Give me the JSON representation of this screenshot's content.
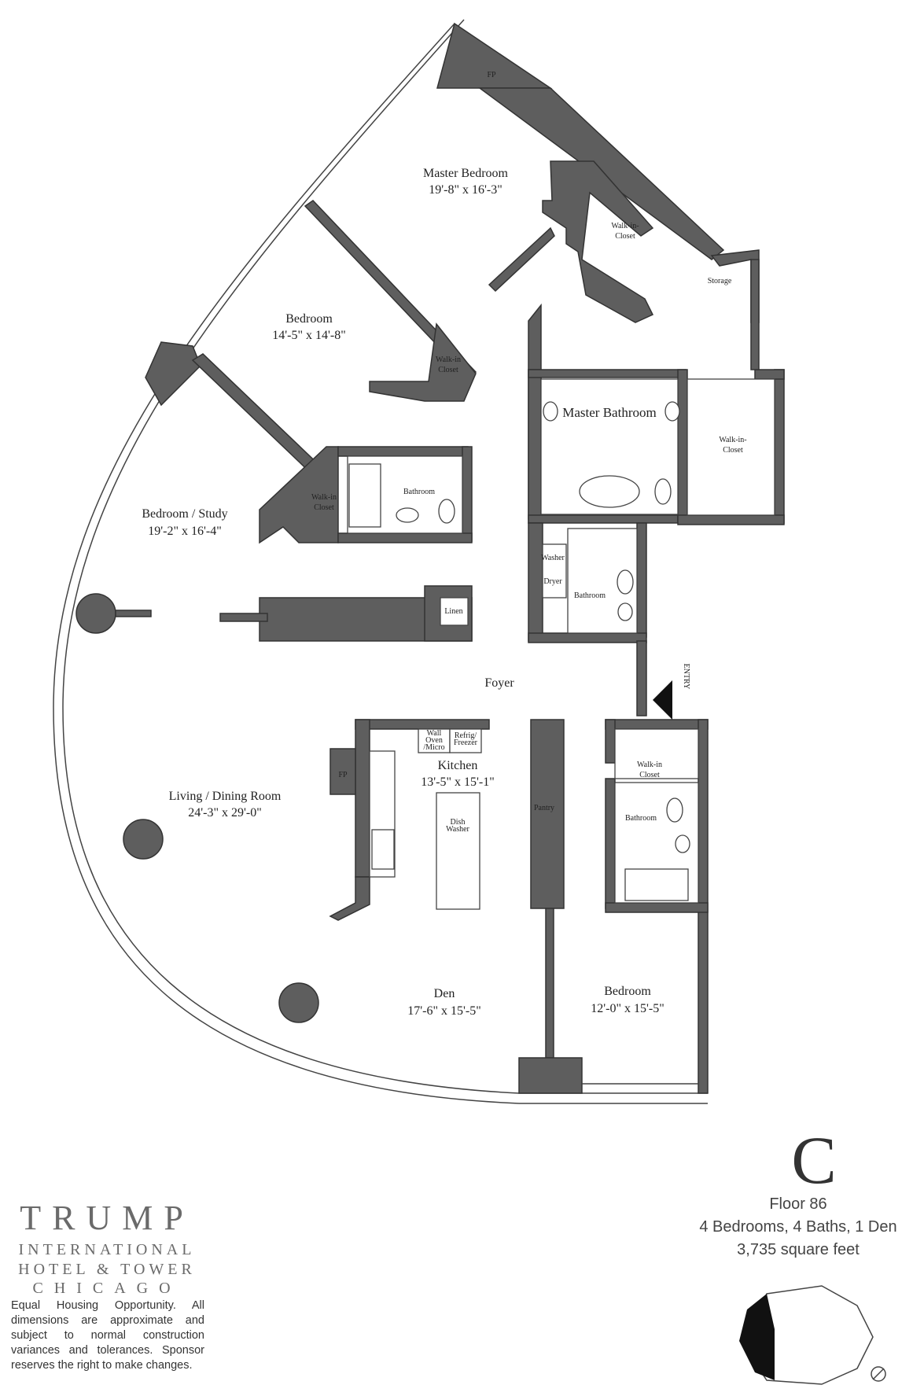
{
  "rooms": {
    "master_bedroom": {
      "name": "Master Bedroom",
      "dims": "19'-8\" x 16'-3\""
    },
    "bedroom_1": {
      "name": "Bedroom",
      "dims": "14'-5\" x 14'-8\""
    },
    "bedroom_study": {
      "name": "Bedroom / Study",
      "dims": "19'-2\" x 16'-4\""
    },
    "living_dining": {
      "name": "Living / Dining Room",
      "dims": "24'-3\" x 29'-0\""
    },
    "kitchen": {
      "name": "Kitchen",
      "dims": "13'-5\" x 15'-1\""
    },
    "den": {
      "name": "Den",
      "dims": "17'-6\" x 15'-5\""
    },
    "bedroom_2": {
      "name": "Bedroom",
      "dims": "12'-0\" x 15'-5\""
    },
    "master_bathroom": {
      "name": "Master Bathroom"
    },
    "foyer": {
      "name": "Foyer"
    }
  },
  "small_labels": {
    "fp_top": "FP",
    "fp_kitchen": "FP",
    "walk_in_closet_master": [
      "Walk-in-",
      "Closet"
    ],
    "storage": "Storage",
    "walk_in_closet_bedroom": [
      "Walk-in",
      "Closet"
    ],
    "walk_in_closet_master_bath": [
      "Walk-in-",
      "Closet"
    ],
    "walk_in_closet_study": [
      "Walk-in",
      "Closet"
    ],
    "bathroom_study": "Bathroom",
    "washer": "Washer",
    "dryer": "Dryer",
    "bathroom_hall": "Bathroom",
    "linen": "Linen",
    "wall_oven": [
      "Wall",
      "Oven",
      "/Micro"
    ],
    "refrig": [
      "Refrig/",
      "Freezer"
    ],
    "dish_washer": [
      "Dish",
      "Washer"
    ],
    "pantry": "Pantry",
    "walk_in_closet_bedroom2": [
      "Walk-in",
      "Closet"
    ],
    "bathroom_bedroom2": "Bathroom",
    "entry": "ENTRY"
  },
  "brand": {
    "title": "TRUMP",
    "line1": "INTERNATIONAL",
    "line2": "HOTEL & TOWER",
    "line3": "CHICAGO"
  },
  "disclaimer": "Equal Housing Opportunity. All dimensions are approximate and subject to normal construction variances and tolerances. Sponsor reserves the right to make changes.",
  "unit": {
    "letter": "C",
    "floor": "Floor 86",
    "rooms": "4 Bedrooms, 4 Baths, 1 Den",
    "area": "3,735 square feet"
  },
  "colors": {
    "wall": "#5e5e5e",
    "brand_gray": "#6a6a6a",
    "text": "#222222"
  }
}
